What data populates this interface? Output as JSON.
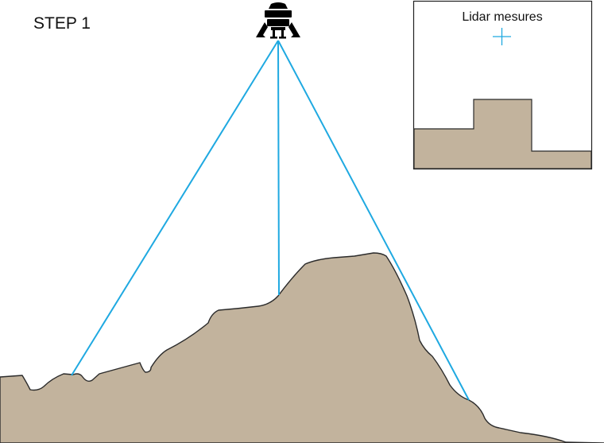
{
  "step_label": "STEP 1",
  "inset": {
    "title": "Lidar mesures"
  },
  "lidar_beams": 3,
  "colors": {
    "terrain": "#c2b39d",
    "terrain_outline": "#2b2b2b",
    "beam": "#1fa9e1",
    "lander": "#000000",
    "inset_border": "#222222"
  }
}
